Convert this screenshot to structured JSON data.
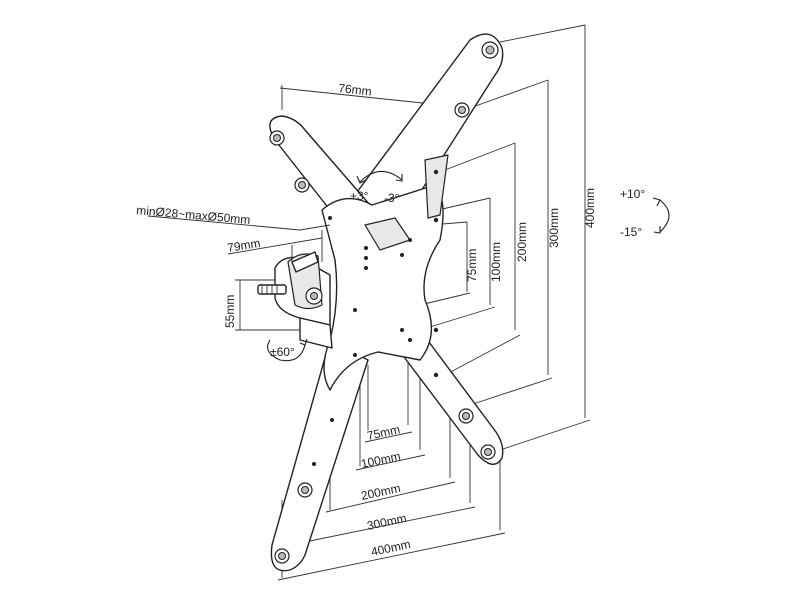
{
  "labels": {
    "dim_76": "76mm",
    "pipe_diameter": "minØ28~maxØ50mm",
    "dim_79": "79mm",
    "dim_55": "55mm",
    "swivel": "±60°",
    "rot_left": "+3°",
    "rot_right": "-3°",
    "tilt_up": "+10°",
    "tilt_down": "-15°",
    "v75": "75mm",
    "v100": "100mm",
    "v200": "200mm",
    "v300": "300mm",
    "v400": "400mm",
    "h75": "75mm",
    "h100": "100mm",
    "h200": "200mm",
    "h300": "300mm",
    "h400": "400mm"
  },
  "colors": {
    "line": "#222222",
    "background": "#ffffff"
  }
}
